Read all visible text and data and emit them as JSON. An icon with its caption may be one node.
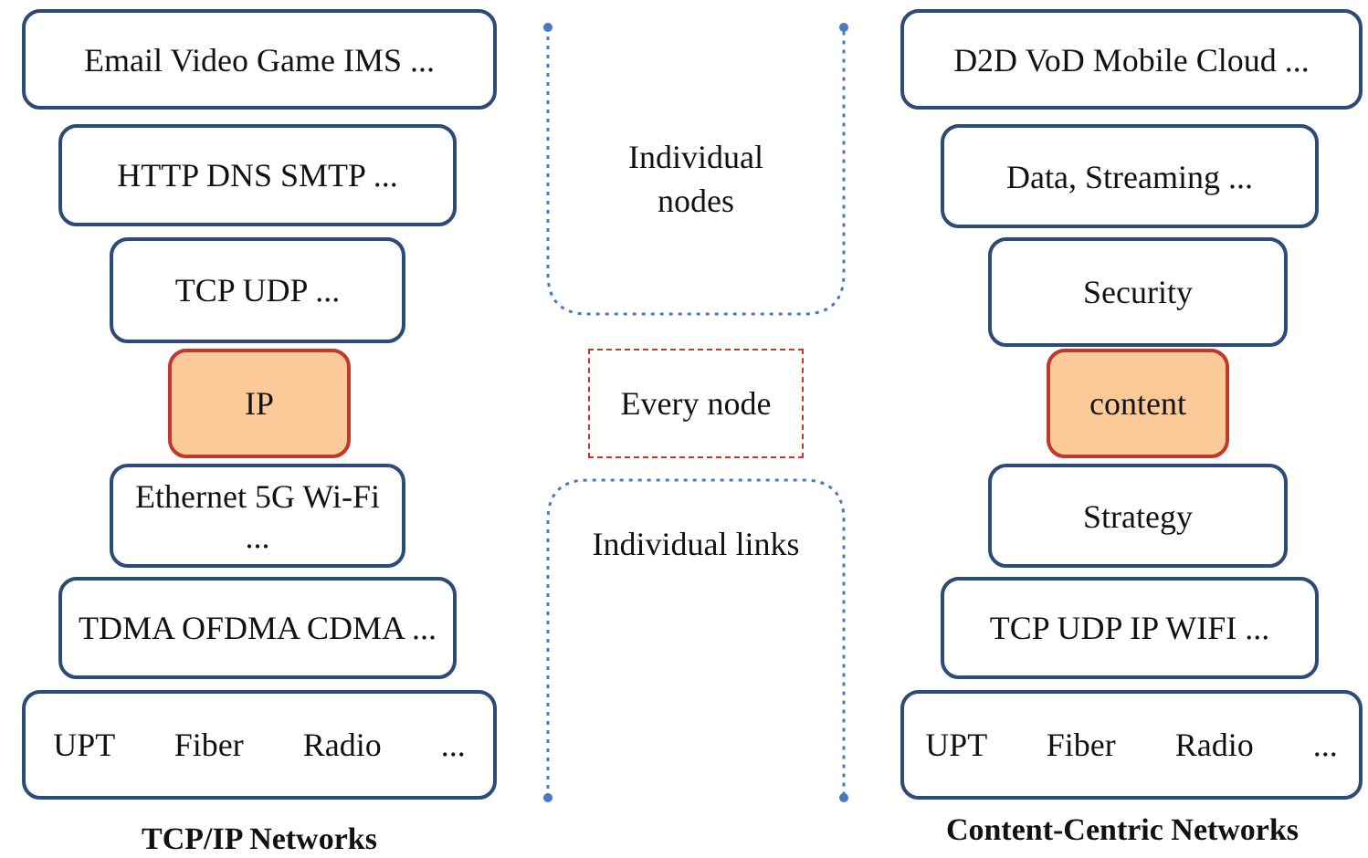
{
  "diagram": {
    "nodes": [
      {
        "text": [
          "Email Video Game IMS ..."
        ]
      },
      {
        "text": [
          "HTTP DNS SMTP ..."
        ]
      },
      {
        "text": [
          "TCP UDP ..."
        ]
      },
      {
        "text": [
          "IP"
        ]
      },
      {
        "text": [
          "Ethernet 5G Wi-Fi ..."
        ]
      },
      {
        "text": [
          "TDMA OFDMA CDMA ..."
        ]
      },
      {
        "text": [
          "UPT Fiber Radio ..."
        ]
      },
      {
        "text": [
          "Every node"
        ]
      },
      {
        "text": [
          "D2D VoD Mobile Cloud ..."
        ]
      },
      {
        "text": [
          "Data, Streaming ..."
        ]
      },
      {
        "text": [
          "Security"
        ]
      },
      {
        "text": [
          "content"
        ]
      },
      {
        "text": [
          "Strategy"
        ]
      },
      {
        "text": [
          "TCP UDP IP WIFI ..."
        ]
      },
      {
        "text": [
          "UPT Fiber Radio ..."
        ]
      }
    ],
    "labels": [
      "Individual nodes",
      "Individual links",
      "TCP/IP Networks",
      "Content-Centric Networks"
    ]
  }
}
